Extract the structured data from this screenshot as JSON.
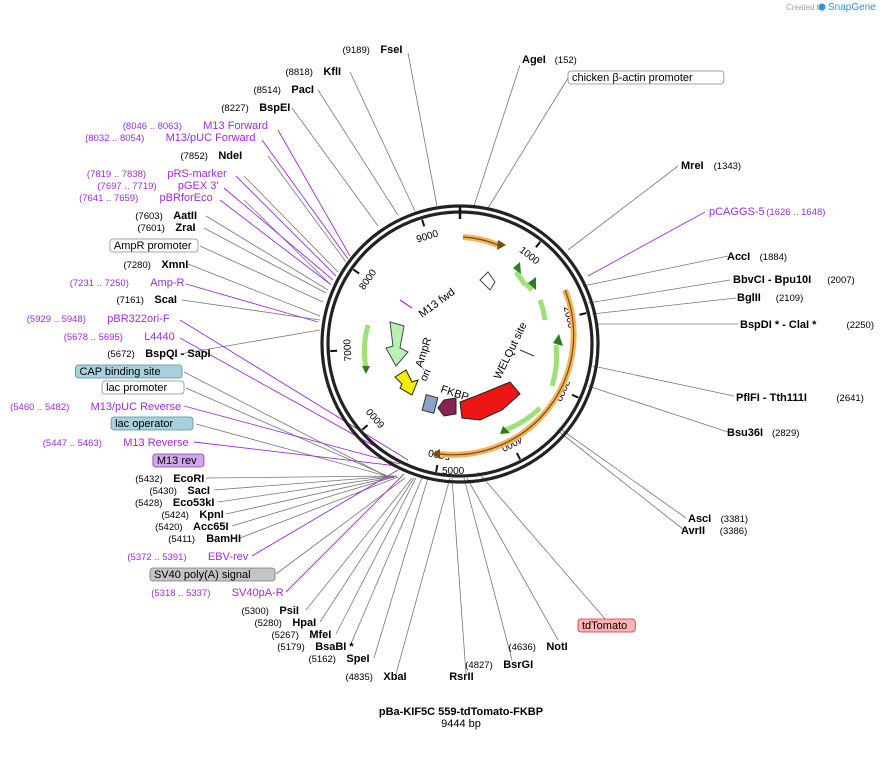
{
  "header": {
    "credit": "Created by",
    "brand": "SnapGene"
  },
  "plasmid": {
    "name": "pBa-KIF5C 559-tdTomato-FKBP",
    "size": "9444 bp"
  },
  "ring_ticks": [
    {
      "label": "1000"
    },
    {
      "label": "2000"
    },
    {
      "label": "3000"
    },
    {
      "label": "4000"
    },
    {
      "label": "5000"
    },
    {
      "label": "6000"
    },
    {
      "label": "7000"
    },
    {
      "label": "8000"
    },
    {
      "label": "9000"
    }
  ],
  "outer_label": "5000",
  "inner_features": {
    "m13fwd": "M13 fwd",
    "ampr": "AmpR",
    "ori": "ori",
    "fkbp": "FKBP",
    "welqut": "WELQut site"
  },
  "labels": [
    {
      "text": "FseI",
      "pos": "(9189)",
      "kind": "enzyme"
    },
    {
      "text": "KflI",
      "pos": "(8818)",
      "kind": "enzyme"
    },
    {
      "text": "PacI",
      "pos": "(8514)",
      "kind": "enzyme"
    },
    {
      "text": "BspEI",
      "pos": "(8227)",
      "kind": "enzyme"
    },
    {
      "text": "M13 Forward",
      "pos": "(8046 .. 8063)",
      "kind": "primer"
    },
    {
      "text": "M13/pUC Forward",
      "pos": "(8032 .. 8054)",
      "kind": "primer"
    },
    {
      "text": "NdeI",
      "pos": "(7852)",
      "kind": "enzyme"
    },
    {
      "text": "pRS-marker",
      "pos": "(7819 .. 7838)",
      "kind": "primer"
    },
    {
      "text": "pGEX 3'",
      "pos": "(7697 .. 7719)",
      "kind": "primer"
    },
    {
      "text": "pBRforEco",
      "pos": "(7641 .. 7659)",
      "kind": "primer"
    },
    {
      "text": "AatII",
      "pos": "(7603)",
      "kind": "enzyme"
    },
    {
      "text": "ZraI",
      "pos": "(7601)",
      "kind": "enzyme"
    },
    {
      "text": "AmpR promoter",
      "pos": "",
      "kind": "feature"
    },
    {
      "text": "XmnI",
      "pos": "(7280)",
      "kind": "enzyme"
    },
    {
      "text": "Amp-R",
      "pos": "(7231 .. 7250)",
      "kind": "primer"
    },
    {
      "text": "ScaI",
      "pos": "(7161)",
      "kind": "enzyme"
    },
    {
      "text": "pBR322ori-F",
      "pos": "(5929 .. 5948)",
      "kind": "primer"
    },
    {
      "text": "L4440",
      "pos": "(5678 .. 5695)",
      "kind": "primer"
    },
    {
      "text": "BspQI",
      "pos": "(5672)",
      "kind": "enzyme",
      "extra": "- SapI"
    },
    {
      "text": "CAP binding site",
      "pos": "",
      "kind": "feature-teal"
    },
    {
      "text": "lac promoter",
      "pos": "",
      "kind": "feature"
    },
    {
      "text": "M13/pUC Reverse",
      "pos": "(5460 .. 5482)",
      "kind": "primer"
    },
    {
      "text": "lac operator",
      "pos": "",
      "kind": "feature-teal"
    },
    {
      "text": "M13 Reverse",
      "pos": "(5447 .. 5463)",
      "kind": "primer"
    },
    {
      "text": "M13 rev",
      "pos": "",
      "kind": "feature-purple"
    },
    {
      "text": "EcoRI",
      "pos": "(5432)",
      "kind": "enzyme"
    },
    {
      "text": "SacI",
      "pos": "(5430)",
      "kind": "enzyme"
    },
    {
      "text": "Eco53kI",
      "pos": "(5428)",
      "kind": "enzyme"
    },
    {
      "text": "KpnI",
      "pos": "(5424)",
      "kind": "enzyme"
    },
    {
      "text": "Acc65I",
      "pos": "(5420)",
      "kind": "enzyme"
    },
    {
      "text": "BamHI",
      "pos": "(5411)",
      "kind": "enzyme"
    },
    {
      "text": "EBV-rev",
      "pos": "(5372 .. 5391)",
      "kind": "primer"
    },
    {
      "text": "SV40 poly(A) signal",
      "pos": "",
      "kind": "feature-gray"
    },
    {
      "text": "SV40pA-R",
      "pos": "(5318 .. 5337)",
      "kind": "primer"
    },
    {
      "text": "PsiI",
      "pos": "(5300)",
      "kind": "enzyme"
    },
    {
      "text": "HpaI",
      "pos": "(5280)",
      "kind": "enzyme"
    },
    {
      "text": "MfeI",
      "pos": "(5267)",
      "kind": "enzyme"
    },
    {
      "text": "BsaBI",
      "pos": "(5179)",
      "kind": "enzyme",
      "extra": "*"
    },
    {
      "text": "SpeI",
      "pos": "(5162)",
      "kind": "enzyme"
    },
    {
      "text": "XbaI",
      "pos": "(4835)",
      "kind": "enzyme"
    },
    {
      "text": "RsrII",
      "pos": "",
      "kind": "enzyme"
    },
    {
      "text": "BsrGI",
      "pos": "(4827)",
      "kind": "enzyme"
    },
    {
      "text": "NotI",
      "pos": "(4636)",
      "kind": "enzyme"
    },
    {
      "text": "tdTomato",
      "pos": "",
      "kind": "feature-red"
    },
    {
      "text": "AgeI",
      "pos": "(152)",
      "kind": "enzyme"
    },
    {
      "text": "chicken β-actin promoter",
      "pos": "",
      "kind": "feature"
    },
    {
      "text": "MreI",
      "pos": "(1343)",
      "kind": "enzyme"
    },
    {
      "text": "pCAGGS-5",
      "pos": "(1626 .. 1648)",
      "kind": "primer"
    },
    {
      "text": "AccI",
      "pos": "(1884)",
      "kind": "enzyme"
    },
    {
      "text": "BbvCI",
      "pos": "(2007)",
      "kind": "enzyme",
      "extra": "- Bpu10I"
    },
    {
      "text": "BglII",
      "pos": "(2109)",
      "kind": "enzyme"
    },
    {
      "text": "BspDI",
      "pos": "(2250)",
      "kind": "enzyme",
      "extra": "* - ClaI *"
    },
    {
      "text": "PflFI",
      "pos": "(2641)",
      "kind": "enzyme",
      "extra": "- Tth111I"
    },
    {
      "text": "Bsu36I",
      "pos": "(2829)",
      "kind": "enzyme"
    },
    {
      "text": "AscI",
      "pos": "(3381)",
      "kind": "enzyme"
    },
    {
      "text": "AvrII",
      "pos": "(3386)",
      "kind": "enzyme"
    }
  ]
}
